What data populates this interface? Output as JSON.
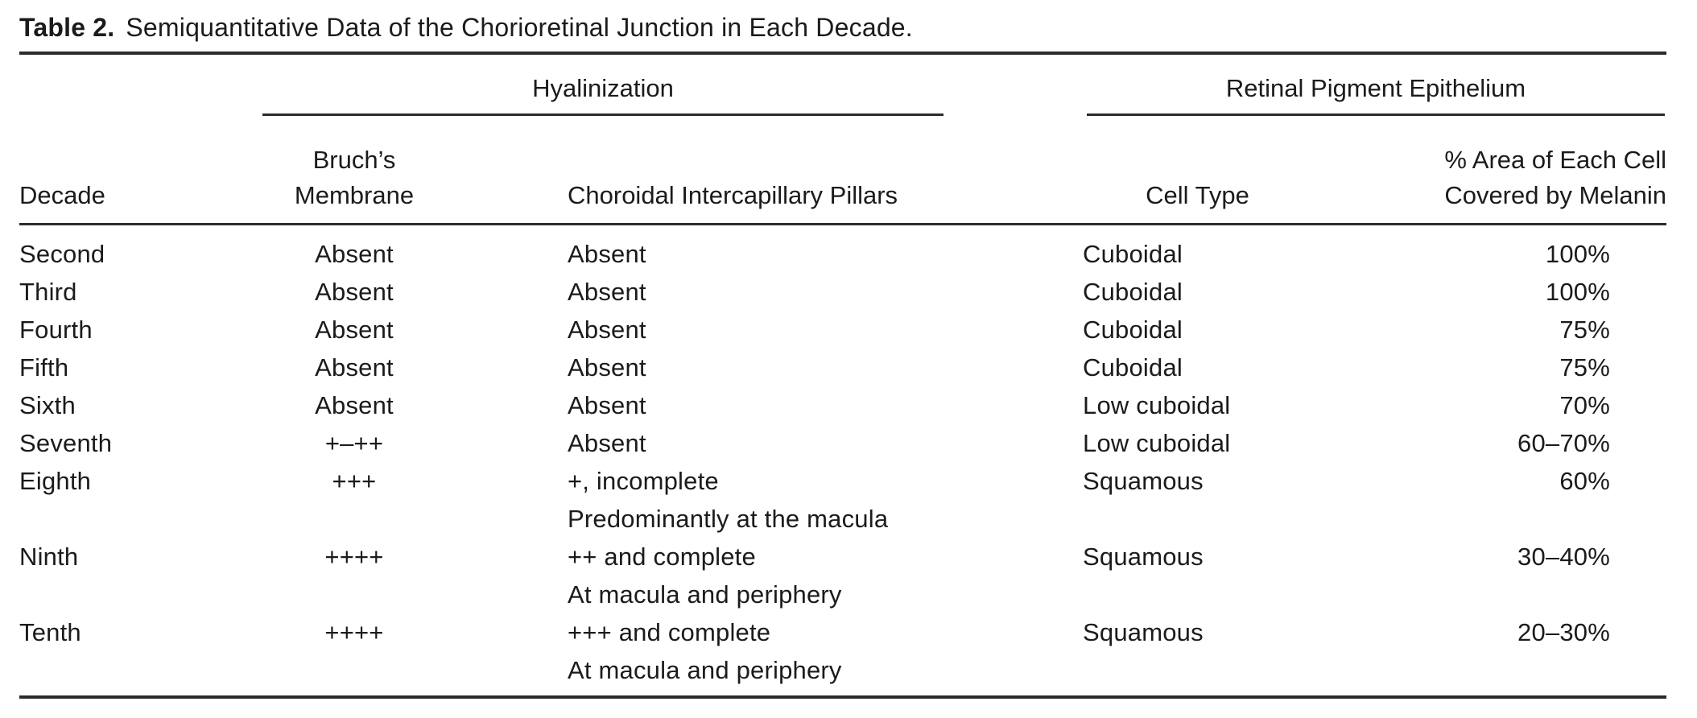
{
  "table": {
    "title_label": "Table 2.",
    "title_text": "Semiquantitative Data of the Chorioretinal Junction in Each Decade.",
    "groups": {
      "hyalinization": "Hyalinization",
      "rpe": "Retinal Pigment Epithelium"
    },
    "columns": {
      "decade": "Decade",
      "bruchs_line1": "Bruch’s",
      "bruchs_line2": "Membrane",
      "pillars": "Choroidal Intercapillary Pillars",
      "cell_type": "Cell Type",
      "melanin_line1": "% Area of Each Cell",
      "melanin_line2": "Covered by Melanin"
    },
    "rows": [
      {
        "decade": "Second",
        "bruchs": "Absent",
        "pillars": "Absent",
        "pillars_note": "",
        "cell_type": "Cuboidal",
        "melanin": "100%"
      },
      {
        "decade": "Third",
        "bruchs": "Absent",
        "pillars": "Absent",
        "pillars_note": "",
        "cell_type": "Cuboidal",
        "melanin": "100%"
      },
      {
        "decade": "Fourth",
        "bruchs": "Absent",
        "pillars": "Absent",
        "pillars_note": "",
        "cell_type": "Cuboidal",
        "melanin": "75%"
      },
      {
        "decade": "Fifth",
        "bruchs": "Absent",
        "pillars": "Absent",
        "pillars_note": "",
        "cell_type": "Cuboidal",
        "melanin": "75%"
      },
      {
        "decade": "Sixth",
        "bruchs": "Absent",
        "pillars": "Absent",
        "pillars_note": "",
        "cell_type": "Low cuboidal",
        "melanin": "70%"
      },
      {
        "decade": "Seventh",
        "bruchs": "+–++",
        "pillars": "Absent",
        "pillars_note": "",
        "cell_type": "Low cuboidal",
        "melanin": "60–70%"
      },
      {
        "decade": "Eighth",
        "bruchs": "+++",
        "pillars": "+, incomplete",
        "pillars_note": "Predominantly at the macula",
        "cell_type": "Squamous",
        "melanin": "60%"
      },
      {
        "decade": "Ninth",
        "bruchs": "++++",
        "pillars": "++ and complete",
        "pillars_note": "At macula and periphery",
        "cell_type": "Squamous",
        "melanin": "30–40%"
      },
      {
        "decade": "Tenth",
        "bruchs": "++++",
        "pillars": "+++ and complete",
        "pillars_note": "At macula and periphery",
        "cell_type": "Squamous",
        "melanin": "20–30%"
      }
    ],
    "colors": {
      "text": "#1b1b1b",
      "rule": "#2b2b2b",
      "background": "#ffffff"
    }
  }
}
